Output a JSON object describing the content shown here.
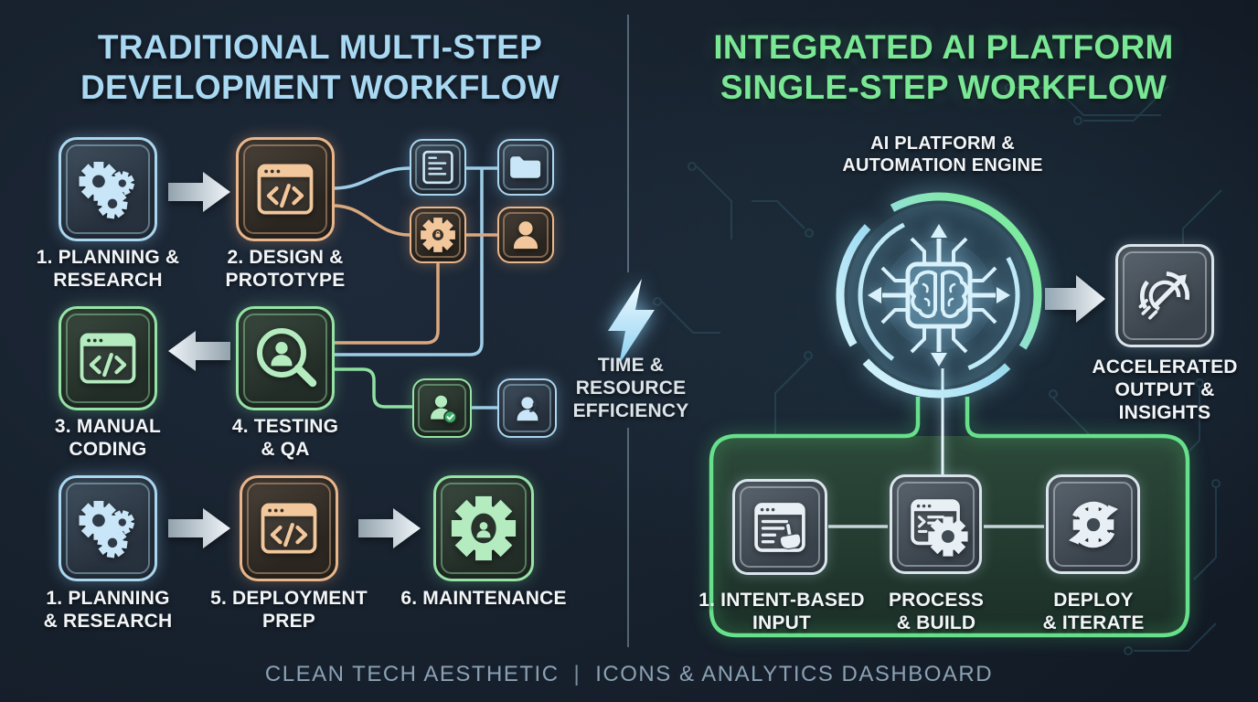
{
  "header": {
    "left_title": "TRADITIONAL MULTI-STEP\nDEVELOPMENT WORKFLOW",
    "right_title": "INTEGRATED AI PLATFORM\nSINGLE-STEP WORKFLOW"
  },
  "traditional": {
    "step_planning_top": {
      "label": "1. PLANNING &\nRESEARCH",
      "icon": "gears-icon",
      "accent": "blue"
    },
    "step_design": {
      "label": "2. DESIGN &\nPROTOTYPE",
      "icon": "code-window-icon",
      "accent": "orange"
    },
    "artifact_document": {
      "icon": "document-icon",
      "accent": "blue"
    },
    "artifact_folder": {
      "icon": "folder-icon",
      "accent": "blue"
    },
    "artifact_gear_lock": {
      "icon": "gear-lock-icon",
      "accent": "orange"
    },
    "artifact_user": {
      "icon": "user-icon",
      "accent": "orange"
    },
    "step_manual_coding": {
      "label": "3. MANUAL\nCODING",
      "icon": "code-window-icon",
      "accent": "green"
    },
    "step_testing": {
      "label": "4. TESTING\n& QA",
      "icon": "magnifier-user-icon",
      "accent": "green"
    },
    "artifact_user_check": {
      "icon": "user-check-icon",
      "accent": "green"
    },
    "artifact_user_headset": {
      "icon": "user-headset-icon",
      "accent": "blue"
    },
    "step_planning_bottom": {
      "label": "1. PLANNING\n& RESEARCH",
      "icon": "gears-icon",
      "accent": "blue"
    },
    "step_deployment": {
      "label": "5. DEPLOYMENT\nPREP",
      "icon": "code-window-icon",
      "accent": "orange"
    },
    "step_maintenance": {
      "label": "6. MAINTENANCE",
      "icon": "gear-user-icon",
      "accent": "green"
    }
  },
  "divider": {
    "badge": "TIME &\nRESOURCE\nEFFICIENCY",
    "icon": "lightning-bolt-icon"
  },
  "ai": {
    "engine_label": "AI PLATFORM &\nAUTOMATION ENGINE",
    "engine_icon": "chip-brain-icon",
    "output": {
      "label": "ACCELERATED\nOUTPUT &\nINSIGHTS",
      "icon": "speed-gauge-icon"
    },
    "pipeline": [
      {
        "label": "1. INTENT-BASED\nINPUT",
        "icon": "intent-input-icon"
      },
      {
        "label": "PROCESS\n& BUILD",
        "icon": "process-build-icon"
      },
      {
        "label": "DEPLOY\n& ITERATE",
        "icon": "deploy-iterate-icon"
      }
    ]
  },
  "footer": {
    "left": "CLEAN TECH AESTHETIC",
    "separator": "|",
    "right": "ICONS & ANALYTICS DASHBOARD"
  },
  "colors": {
    "background": "#17212d",
    "title_left": "#a8d8f2",
    "title_right": "#79e794",
    "accent_blue": "#a9d6f0",
    "accent_orange": "#e9b68c",
    "accent_green": "#96e3a6",
    "accent_silver": "#d9e4ec",
    "label_text": "#f3f6f8",
    "footer_text": "#8ba1b3",
    "ring_cyan": "#bfeef8",
    "box_green": "#66e08a"
  }
}
